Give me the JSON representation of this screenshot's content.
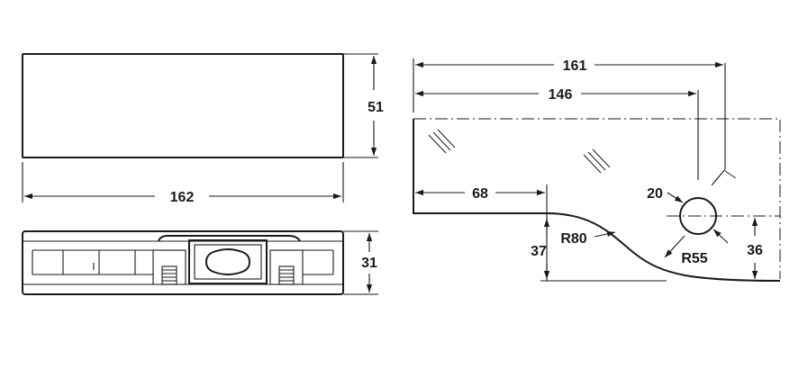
{
  "views": {
    "top": {
      "width_label": "162",
      "height_label": "51"
    },
    "side": {
      "height_label": "31"
    },
    "profile": {
      "overall_label": "161",
      "center_label": "146",
      "straight_label": "68",
      "hole_label": "20",
      "radius_large_label": "R80",
      "radius_small_label": "R55",
      "step_label": "37",
      "hole_height_label": "36"
    }
  },
  "colors": {
    "line": "#1a1a1a",
    "background": "#ffffff"
  }
}
